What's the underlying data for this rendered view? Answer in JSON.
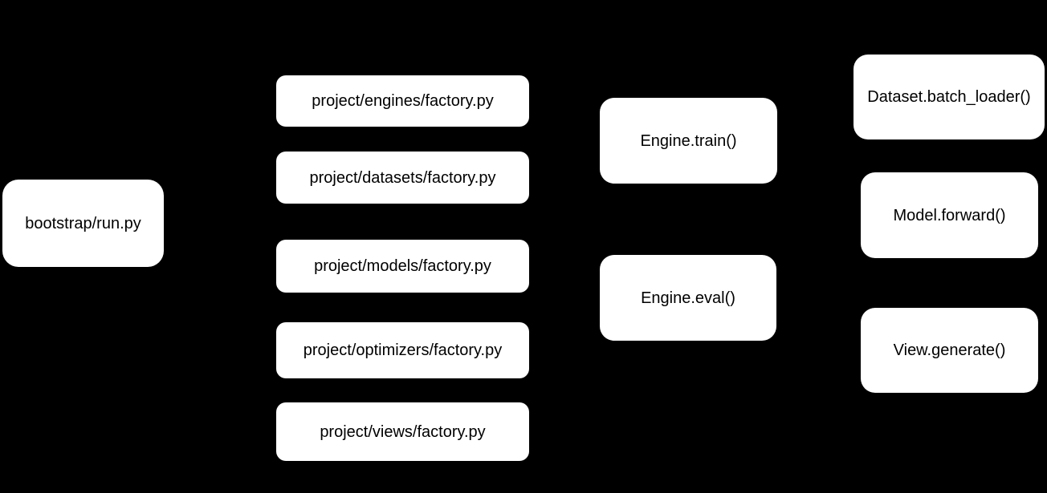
{
  "diagram": {
    "type": "flowchart",
    "background_color": "#000000",
    "node_fill_color": "#ffffff",
    "node_text_color": "#000000",
    "edges_visible": false
  },
  "nodes": {
    "bootstrap": {
      "label": "bootstrap/run.py"
    },
    "engines_factory": {
      "label": "project/engines/factory.py"
    },
    "datasets_factory": {
      "label": "project/datasets/factory.py"
    },
    "models_factory": {
      "label": "project/models/factory.py"
    },
    "optimizers_factory": {
      "label": "project/optimizers/factory.py"
    },
    "views_factory": {
      "label": "project/views/factory.py"
    },
    "engine_train": {
      "label": "Engine.train()"
    },
    "engine_eval": {
      "label": "Engine.eval()"
    },
    "dataset_batch_loader": {
      "label": "Dataset.batch_loader()"
    },
    "model_forward": {
      "label": "Model.forward()"
    },
    "view_generate": {
      "label": "View.generate()"
    }
  }
}
